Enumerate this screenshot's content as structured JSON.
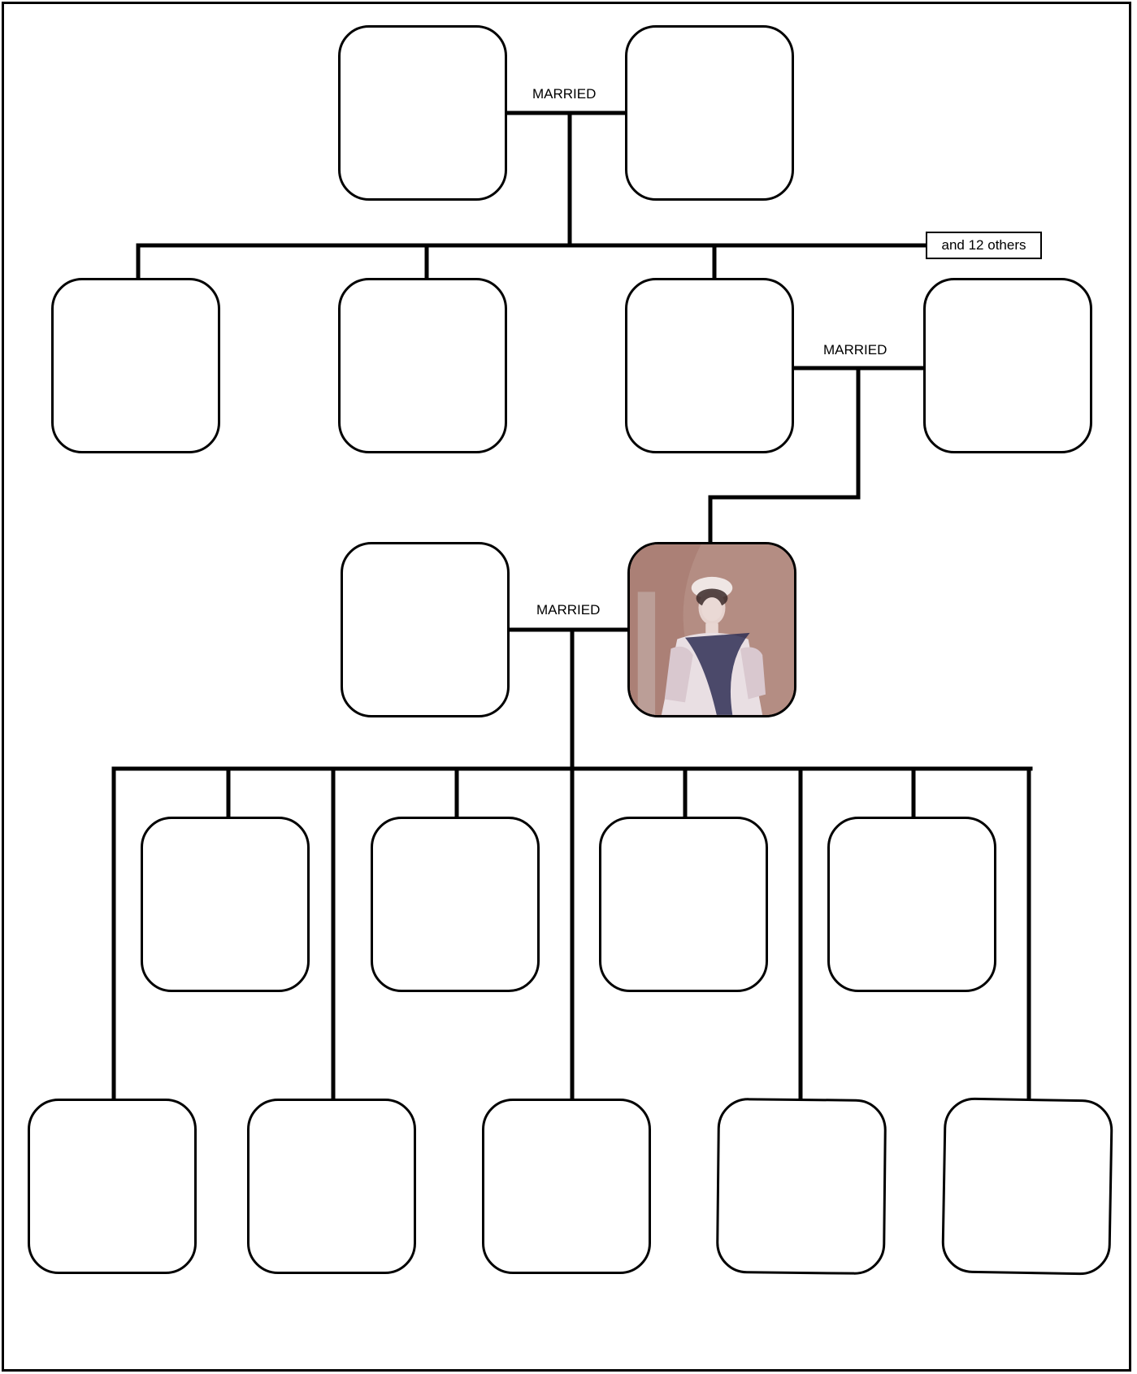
{
  "colors": {
    "line": "#000000",
    "box_fill": "#ffffff"
  },
  "couple_labels": [
    "MARRIED",
    "MARRIED",
    "MARRIED"
  ],
  "overflow_note": "and 12 others",
  "portrait": {
    "icon": "portrait-photo"
  }
}
